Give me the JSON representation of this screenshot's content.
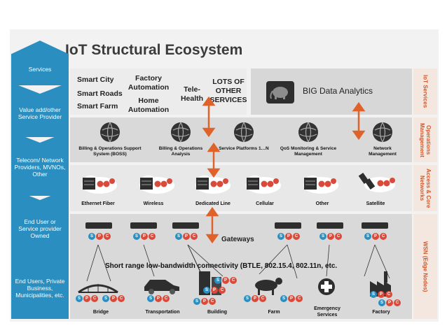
{
  "title": "IoT Structural Ecosystem",
  "left_tiers": [
    "Services",
    "Value add/other Service Provider",
    "Telecom/ Network Providers, MVNOs, Other",
    "End User or Service provider Owned",
    "End Users, Private Business, Municipalities, etc."
  ],
  "right_labels": [
    "IoT Services",
    "Operations Management",
    "Access & Core Networks",
    "WSN (Edge Nodes)"
  ],
  "services": {
    "smart_city": "Smart City",
    "smart_roads": "Smart Roads",
    "smart_farm": "Smart Farm",
    "factory_automation": "Factory Automation",
    "home_automation": "Home Automation",
    "tele_health": "Tele-Health",
    "lots_of_other": "LOTS OF OTHER SERVICES",
    "big_data": "BIG Data Analytics"
  },
  "operations": [
    "Billing & Operations Support System (BOSS)",
    "Billing & Operations Analysis",
    "Service Platforms 1…N",
    "QoS Monitoring & Service Management",
    "Network Management"
  ],
  "networks": [
    "Ethernet Fiber",
    "Wireless",
    "Dedicated Line",
    "Cellular",
    "Other",
    "Satellite"
  ],
  "gateways_label": "Gateways",
  "short_range": "Short range low-bandwidth connectivity (BTLE, 802.15.4, 802.11n, etc.",
  "spc": {
    "s": "S",
    "p": "P",
    "c": "C"
  },
  "endpoints": [
    "Bridge",
    "Transportation",
    "Building",
    "Farm",
    "Emergency Services",
    "Factory"
  ],
  "colors": {
    "tier_blue": "#2a8fc0",
    "accent_orange": "#d4572a",
    "arrow_orange": "#e0622b",
    "red_dot": "#d94a3a"
  }
}
